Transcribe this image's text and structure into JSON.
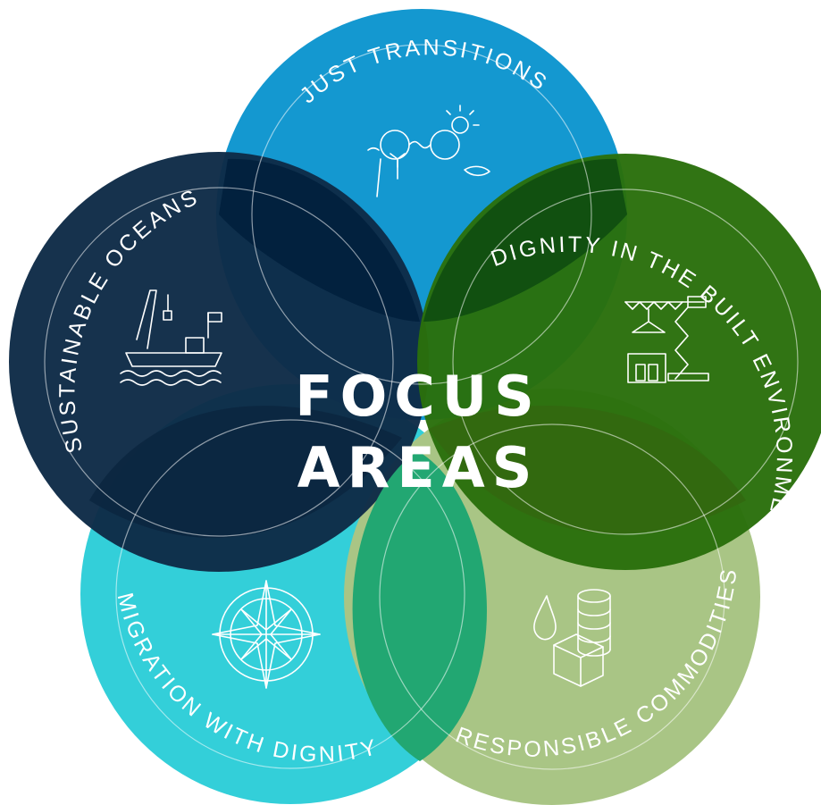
{
  "diagram": {
    "center_title_line1": "FOCUS",
    "center_title_line2": "AREAS",
    "areas": [
      {
        "label": "JUST TRANSITIONS",
        "color": "#1498d0",
        "icon": "renewable-cycle-icon"
      },
      {
        "label": "SUSTAINABLE OCEANS",
        "color": "#0e2b47",
        "icon": "ship-icon"
      },
      {
        "label": "DIGNITY IN THE BUILT ENVIRONMENT",
        "color": "#2a6f0c",
        "icon": "construction-icon"
      },
      {
        "label": "MIGRATION WITH DIGNITY",
        "color": "#33cfd9",
        "icon": "compass-icon"
      },
      {
        "label": "RESPONSIBLE COMMODITIES",
        "color": "#a9c585",
        "icon": "commodities-icon"
      }
    ]
  }
}
